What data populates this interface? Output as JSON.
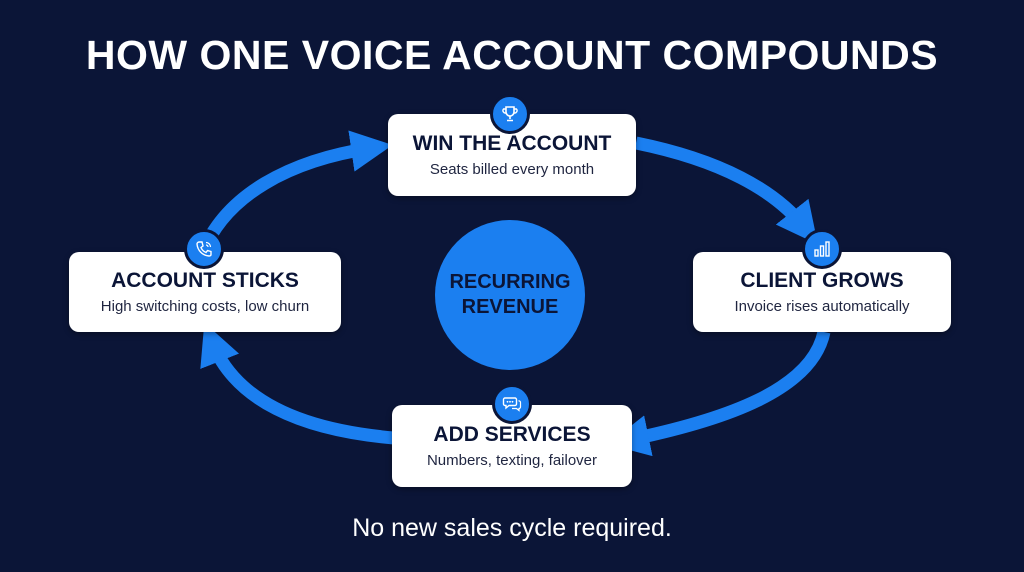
{
  "title": "HOW ONE VOICE ACCOUNT COMPOUNDS",
  "hub": {
    "line1": "RECURRING",
    "line2": "REVENUE"
  },
  "nodes": {
    "win": {
      "title": "WIN THE ACCOUNT",
      "subtitle": "Seats billed every month",
      "icon": "trophy-icon"
    },
    "grows": {
      "title": "CLIENT GROWS",
      "subtitle": "Invoice rises automatically",
      "icon": "bar-chart-icon"
    },
    "services": {
      "title": "ADD SERVICES",
      "subtitle": "Numbers, texting, failover",
      "icon": "chat-bubbles-icon"
    },
    "sticks": {
      "title": "ACCOUNT STICKS",
      "subtitle": "High switching costs, low churn",
      "icon": "phone-icon"
    }
  },
  "footer": "No new sales cycle required.",
  "colors": {
    "background": "#0b1537",
    "accent": "#1b7ff0",
    "card": "#ffffff",
    "text_dark": "#0b1537"
  }
}
